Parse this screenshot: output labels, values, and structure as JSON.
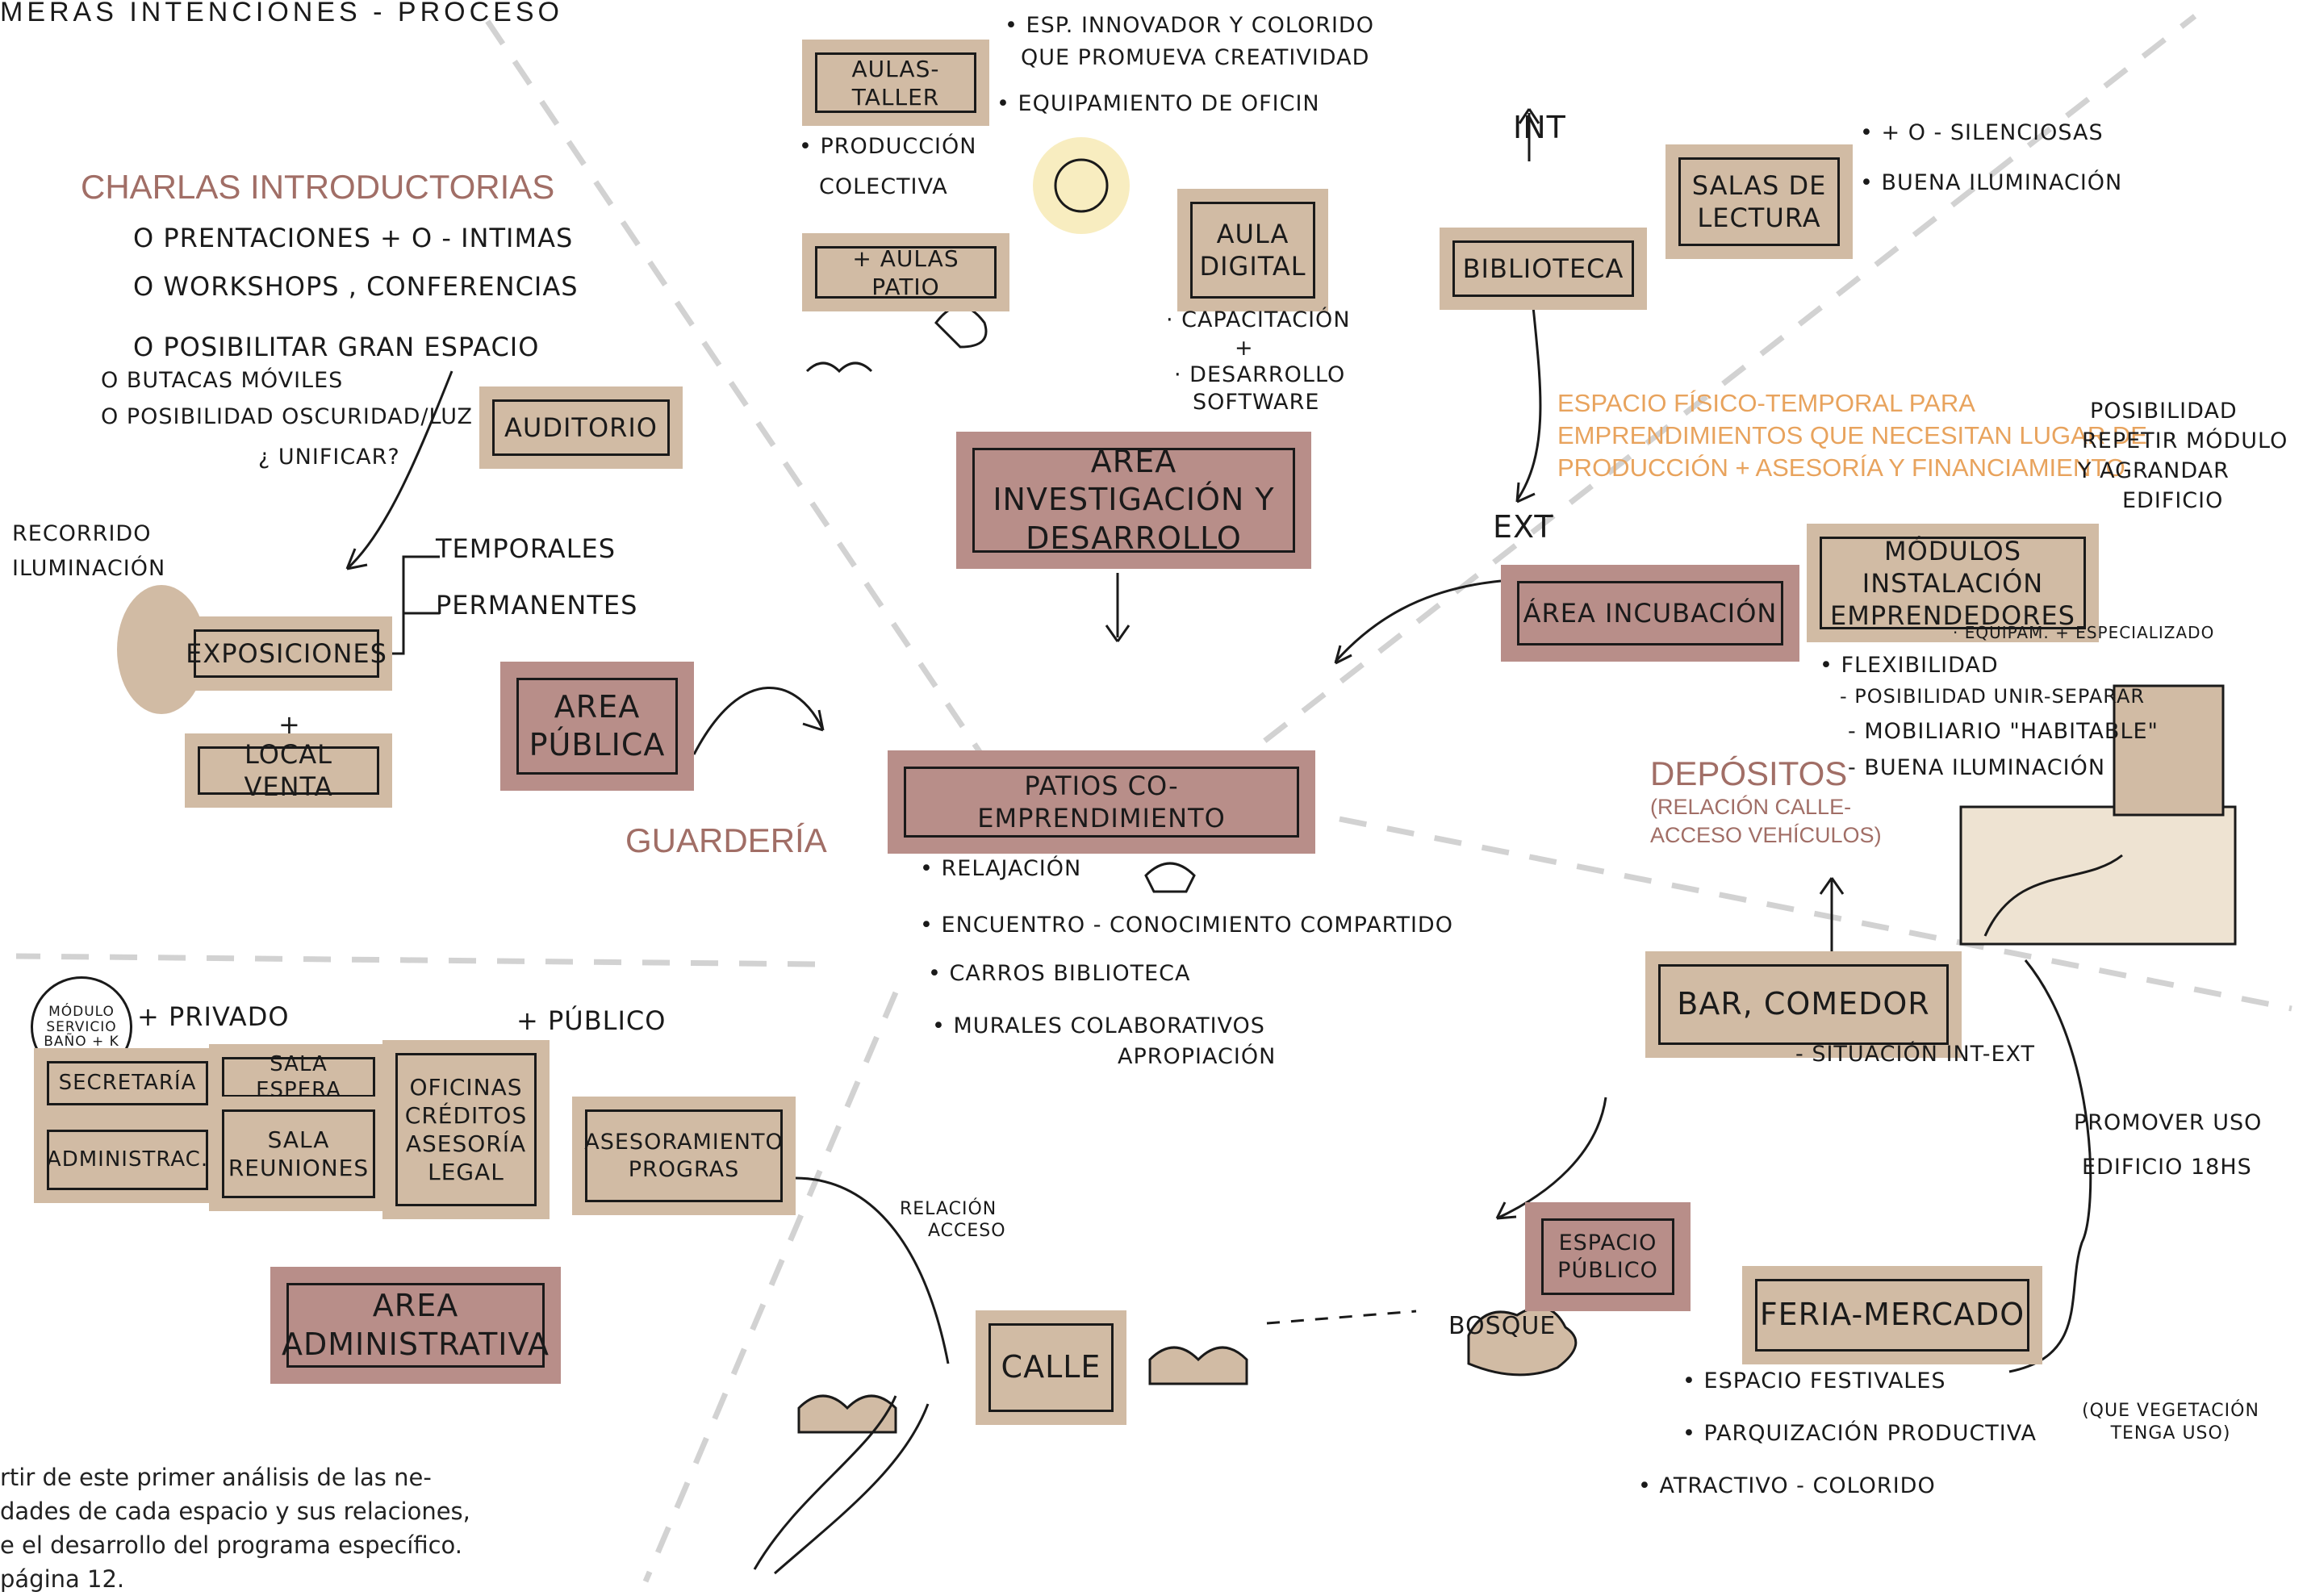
{
  "header": {
    "title": "MERAS INTENCIONES - PROCESO"
  },
  "zones": {
    "charlas": {
      "title": "CHARLAS INTRODUCTORIAS",
      "bullets": [
        "o PRENTACIONES + o - INTIMAS",
        "o WORKSHOPS , CONFERENCIAS",
        "o POSIBILITAR GRAN ESPACIO",
        "o BUTACAS MÓVILES",
        "o POSIBILIDAD OSCURIDAD/LUZ"
      ],
      "unificar": "¿ UNIFICAR?",
      "auditorio": "AUDITORIO",
      "recorrido": "RECORRIDO",
      "iluminacion": "ILUMINACIÓN",
      "temporales": "TEMPORALES",
      "permanentes": "PERMANENTES",
      "exposiciones": "EXPOSICIONES",
      "plus": "+",
      "local_venta": "LOCAL VENTA",
      "area_publica": "AREA PÚBLICA"
    },
    "guarderia": "GUARDERÍA",
    "admin": {
      "modulo": "MÓDULO SERVICIO BAÑO + K",
      "privado": "+ PRIVADO",
      "publico": "+ PÚBLICO",
      "secretaria": "SECRETARÍA",
      "sala_espera": "SALA ESPERA",
      "sala_reuniones": "SALA REUNIONES",
      "oficinas": "OFICINAS",
      "creditos": "CRÉDITOS",
      "asesoria": "ASESORÍA",
      "legal": "LEGAL",
      "administrac": "ADMINISTRAC.",
      "asesoramiento": "ASESORAMIENTO",
      "progras": "PROGRAS",
      "area_admin": "AREA ADMINISTRATIVA"
    },
    "investigacion": {
      "aulas_taller": "AULAS-TALLER",
      "esp1": "• ESP. INNOVADOR Y COLORIDO",
      "esp2": "QUE PROMUEVA CREATIVIDAD",
      "equip": "• EQUIPAMIENTO DE OFICIN",
      "produccion": "• PRODUCCIÓN",
      "colectiva": "COLECTIVA",
      "aulas_patio": "+ AULAS PATIO",
      "aula_digital": "AULA DIGITAL",
      "capacitacion": "· CAPACITACIÓN",
      "plus": "+",
      "desarrollo": "· DESARROLLO",
      "software": "SOFTWARE",
      "area_inv": "AREA INVESTIGACIÓN Y DESARROLLO"
    },
    "biblioteca": {
      "int": "INT",
      "biblioteca": "BIBLIOTECA",
      "salas": "SALAS DE LECTURA",
      "silenciosas": "• + o - SILENCIOSAS",
      "iluminacion": "• BUENA ILUMINACIÓN",
      "espacio_fisico": "ESPACIO FÍSICO-TEMPORAL PARA",
      "emprendimientos": "EMPRENDIMIENTOS QUE NECESITAN LUGAR DE",
      "produccion": "PRODUCCIÓN + ASESORÍA Y FINANCIAMIENTO",
      "ext": "EXT",
      "posibilidad": "POSIBILIDAD",
      "repetir": "REPETIR MÓDULO",
      "agrandar": "Y AGRANDAR",
      "edificio": "EDIFICIO",
      "area_incubacion": "ÁREA INCUBACIÓN",
      "modulos": "MÓDULOS INSTALACIÓN EMPRENDEDORES",
      "equipam": "· EQUIPAM. + ESPECIALIZADO",
      "flexibilidad": "• FLEXIBILIDAD",
      "unir": "- POSIBILIDAD UNIR-SEPARAR",
      "mobiliario": "- MOBILIARIO \"HABITABLE\"",
      "buena_ilum": "- BUENA ILUMINACIÓN"
    },
    "patios": {
      "title": "PATIOS CO-EMPRENDIMIENTO",
      "relajacion": "• RELAJACIÓN",
      "encuentro": "• ENCUENTRO - CONOCIMIENTO COMPARTIDO",
      "carros": "• CARROS BIBLIOTECA",
      "murales": "• MURALES COLABORATIVOS",
      "apropiacion": "APROPIACIÓN"
    },
    "depositos": {
      "title": "DEPÓSITOS",
      "sub1": "(RELACIÓN CALLE-",
      "sub2": "ACCESO VEHÍCULOS)"
    },
    "bar": {
      "title": "BAR, COMEDOR",
      "situacion": "- SITUACIÓN INT-EXT",
      "promover": "PROMOVER USO",
      "edificio": "EDIFICIO 18Hs"
    },
    "calle": {
      "title": "CALLE",
      "relacion1": "RELACIÓN",
      "relacion2": "ACCESO",
      "bosque": "BOSQUE",
      "espacio_publico": "ESPACIO PÚBLICO"
    },
    "feria": {
      "title": "FERIA-MERCADO",
      "festivales": "• ESPACIO FESTIVALES",
      "parquizacion": "• PARQUIZACIÓN PRODUCTIVA",
      "vegetacion": "(QUE VEGETACIÓN TENGA USO)",
      "atractivo": "• ATRACTIVO - COLORIDO"
    }
  },
  "caption": {
    "line1": "rtir de este primer análisis de las ne-",
    "line2": "dades de cada espacio y sus relaciones,",
    "line3": "e el desarrollo del programa específico.",
    "line4": "página 12."
  },
  "colors": {
    "tan": "#d1bba4",
    "rose": "#b88e89",
    "orange": "#e8a35d",
    "mauve": "#a16e66",
    "divider": "#d2d2d2"
  }
}
